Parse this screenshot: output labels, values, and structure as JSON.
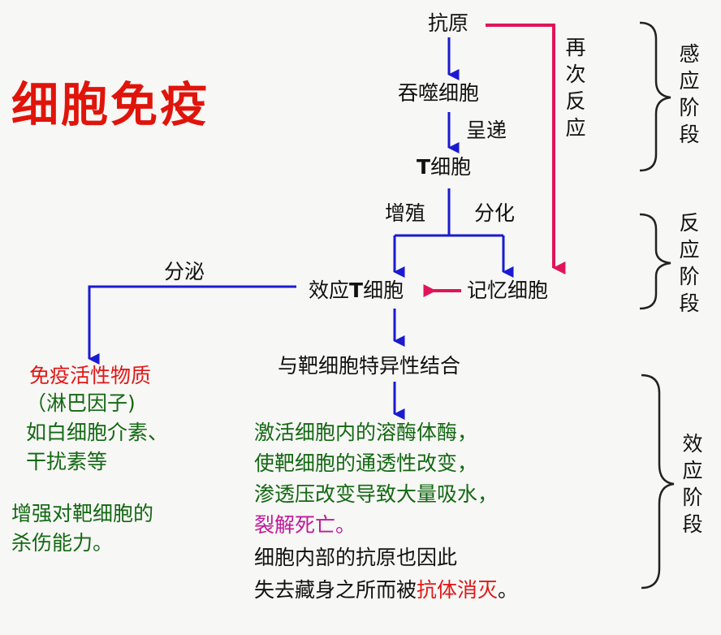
{
  "title": "细胞免疫",
  "nodes": {
    "antigen": "抗原",
    "phagocyte": "吞噬细胞",
    "present": "呈递",
    "t_cell_prefix": "T",
    "t_cell_suffix": "细胞",
    "proliferate": "增殖",
    "differentiate": "分化",
    "effector_prefix": "效应",
    "effector_t": "T",
    "effector_suffix": "细胞",
    "memory_cell": "记忆细胞",
    "secrete": "分泌",
    "bind_target": "与靶细胞特异性结合",
    "rereaction": "再次反应"
  },
  "left_block": {
    "active_substance": "免疫活性物质",
    "lymphokine": "（淋巴因子)",
    "examples_1": "如白细胞介素、",
    "examples_2": "干扰素等",
    "enhance_1": "增强对靶细胞的",
    "enhance_2": "杀伤能力。"
  },
  "bottom_block": {
    "line1": "激活细胞内的溶酶体酶，",
    "line2": "使靶细胞的通透性改变，",
    "line3": "渗透压改变导致大量吸水，",
    "line4": "裂解死亡。",
    "line5": "细胞内部的抗原也因此",
    "line6_prefix": "失去藏身之所而被",
    "line6_highlight": "抗体消灭",
    "line6_suffix": "。"
  },
  "stages": {
    "sensing": "感应阶段",
    "reaction": "反应阶段",
    "effect": "效应阶段"
  },
  "colors": {
    "arrow_blue": "#1a1ad0",
    "arrow_red": "#e0145a",
    "title_red": "#e0140a",
    "green_text": "#136813",
    "magenta_text": "#c0189a"
  }
}
